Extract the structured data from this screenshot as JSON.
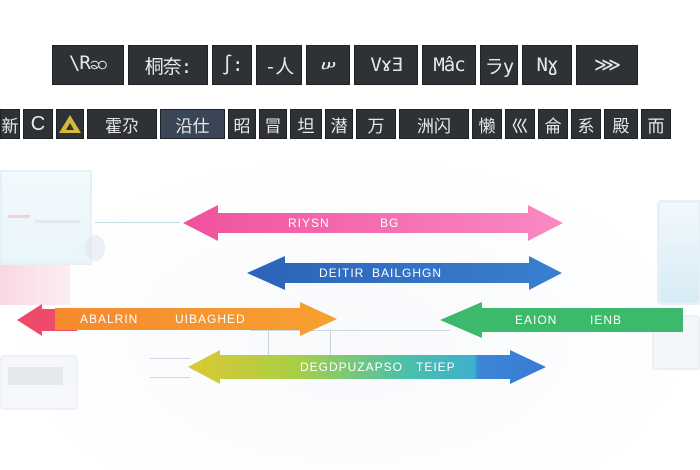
{
  "header": {
    "row1_tiles": [
      {
        "text": "\\Rဆ",
        "width": 72
      },
      {
        "text": "桐奈:",
        "width": 80
      },
      {
        "text": "∫:",
        "width": 40
      },
      {
        "text": "-人",
        "width": 46
      },
      {
        "text": "ሠ",
        "width": 44
      },
      {
        "text": "VɤƎ",
        "width": 64
      },
      {
        "text": "Mâc",
        "width": 54
      },
      {
        "text": "ラy",
        "width": 38
      },
      {
        "text": "Nɣ",
        "width": 50
      },
      {
        "text": "⋙",
        "width": 62
      }
    ],
    "row2_tiles": [
      {
        "text": "新",
        "width": 20
      },
      {
        "text": "C",
        "width": 30
      },
      {
        "text": "",
        "width": 28,
        "icon": "triangle-logo"
      },
      {
        "text": "霍尕",
        "width": 70
      },
      {
        "text": "沿仕",
        "width": 65
      },
      {
        "text": "昭",
        "width": 28
      },
      {
        "text": "冒",
        "width": 28
      },
      {
        "text": "坦",
        "width": 32
      },
      {
        "text": "潜",
        "width": 28
      },
      {
        "text": "万",
        "width": 40
      },
      {
        "text": "洲闪",
        "width": 70
      },
      {
        "text": "懒",
        "width": 30
      },
      {
        "text": "巛",
        "width": 30
      },
      {
        "text": "侖",
        "width": 30
      },
      {
        "text": "系",
        "width": 30
      },
      {
        "text": "殿",
        "width": 34
      },
      {
        "text": "而",
        "width": 30
      }
    ]
  },
  "diagram": {
    "arrows": [
      {
        "id": "pink",
        "label_a": "RIYSN",
        "label_b": "BG",
        "color_start": "#f0529c",
        "color_end": "#f98ac2",
        "direction": "both"
      },
      {
        "id": "blue",
        "label_a": "DEITIR",
        "label_b": "BAILGHGN",
        "color_start": "#2b63b8",
        "color_end": "#3a7fd0",
        "direction": "both"
      },
      {
        "id": "orange",
        "label_a": "ABALRIN",
        "label_b": "UIBAGHED",
        "color_start": "#f07030",
        "color_end": "#f7a030",
        "direction": "right"
      },
      {
        "id": "red-left",
        "label_a": "",
        "label_b": "",
        "color_start": "#ef4a6a",
        "color_end": "#f1567a",
        "direction": "left"
      },
      {
        "id": "green",
        "label_a": "EAION",
        "label_b": "IENB",
        "color_start": "#3bb36a",
        "color_end": "#40bd6e",
        "direction": "left"
      },
      {
        "id": "gradient",
        "label_a": "DEGDPUZAPSO",
        "label_b": "TEIEP",
        "color_start": "#d8c832",
        "color_mid": "#3fbdc0",
        "color_end": "#3a7fd4",
        "direction": "both"
      }
    ]
  }
}
